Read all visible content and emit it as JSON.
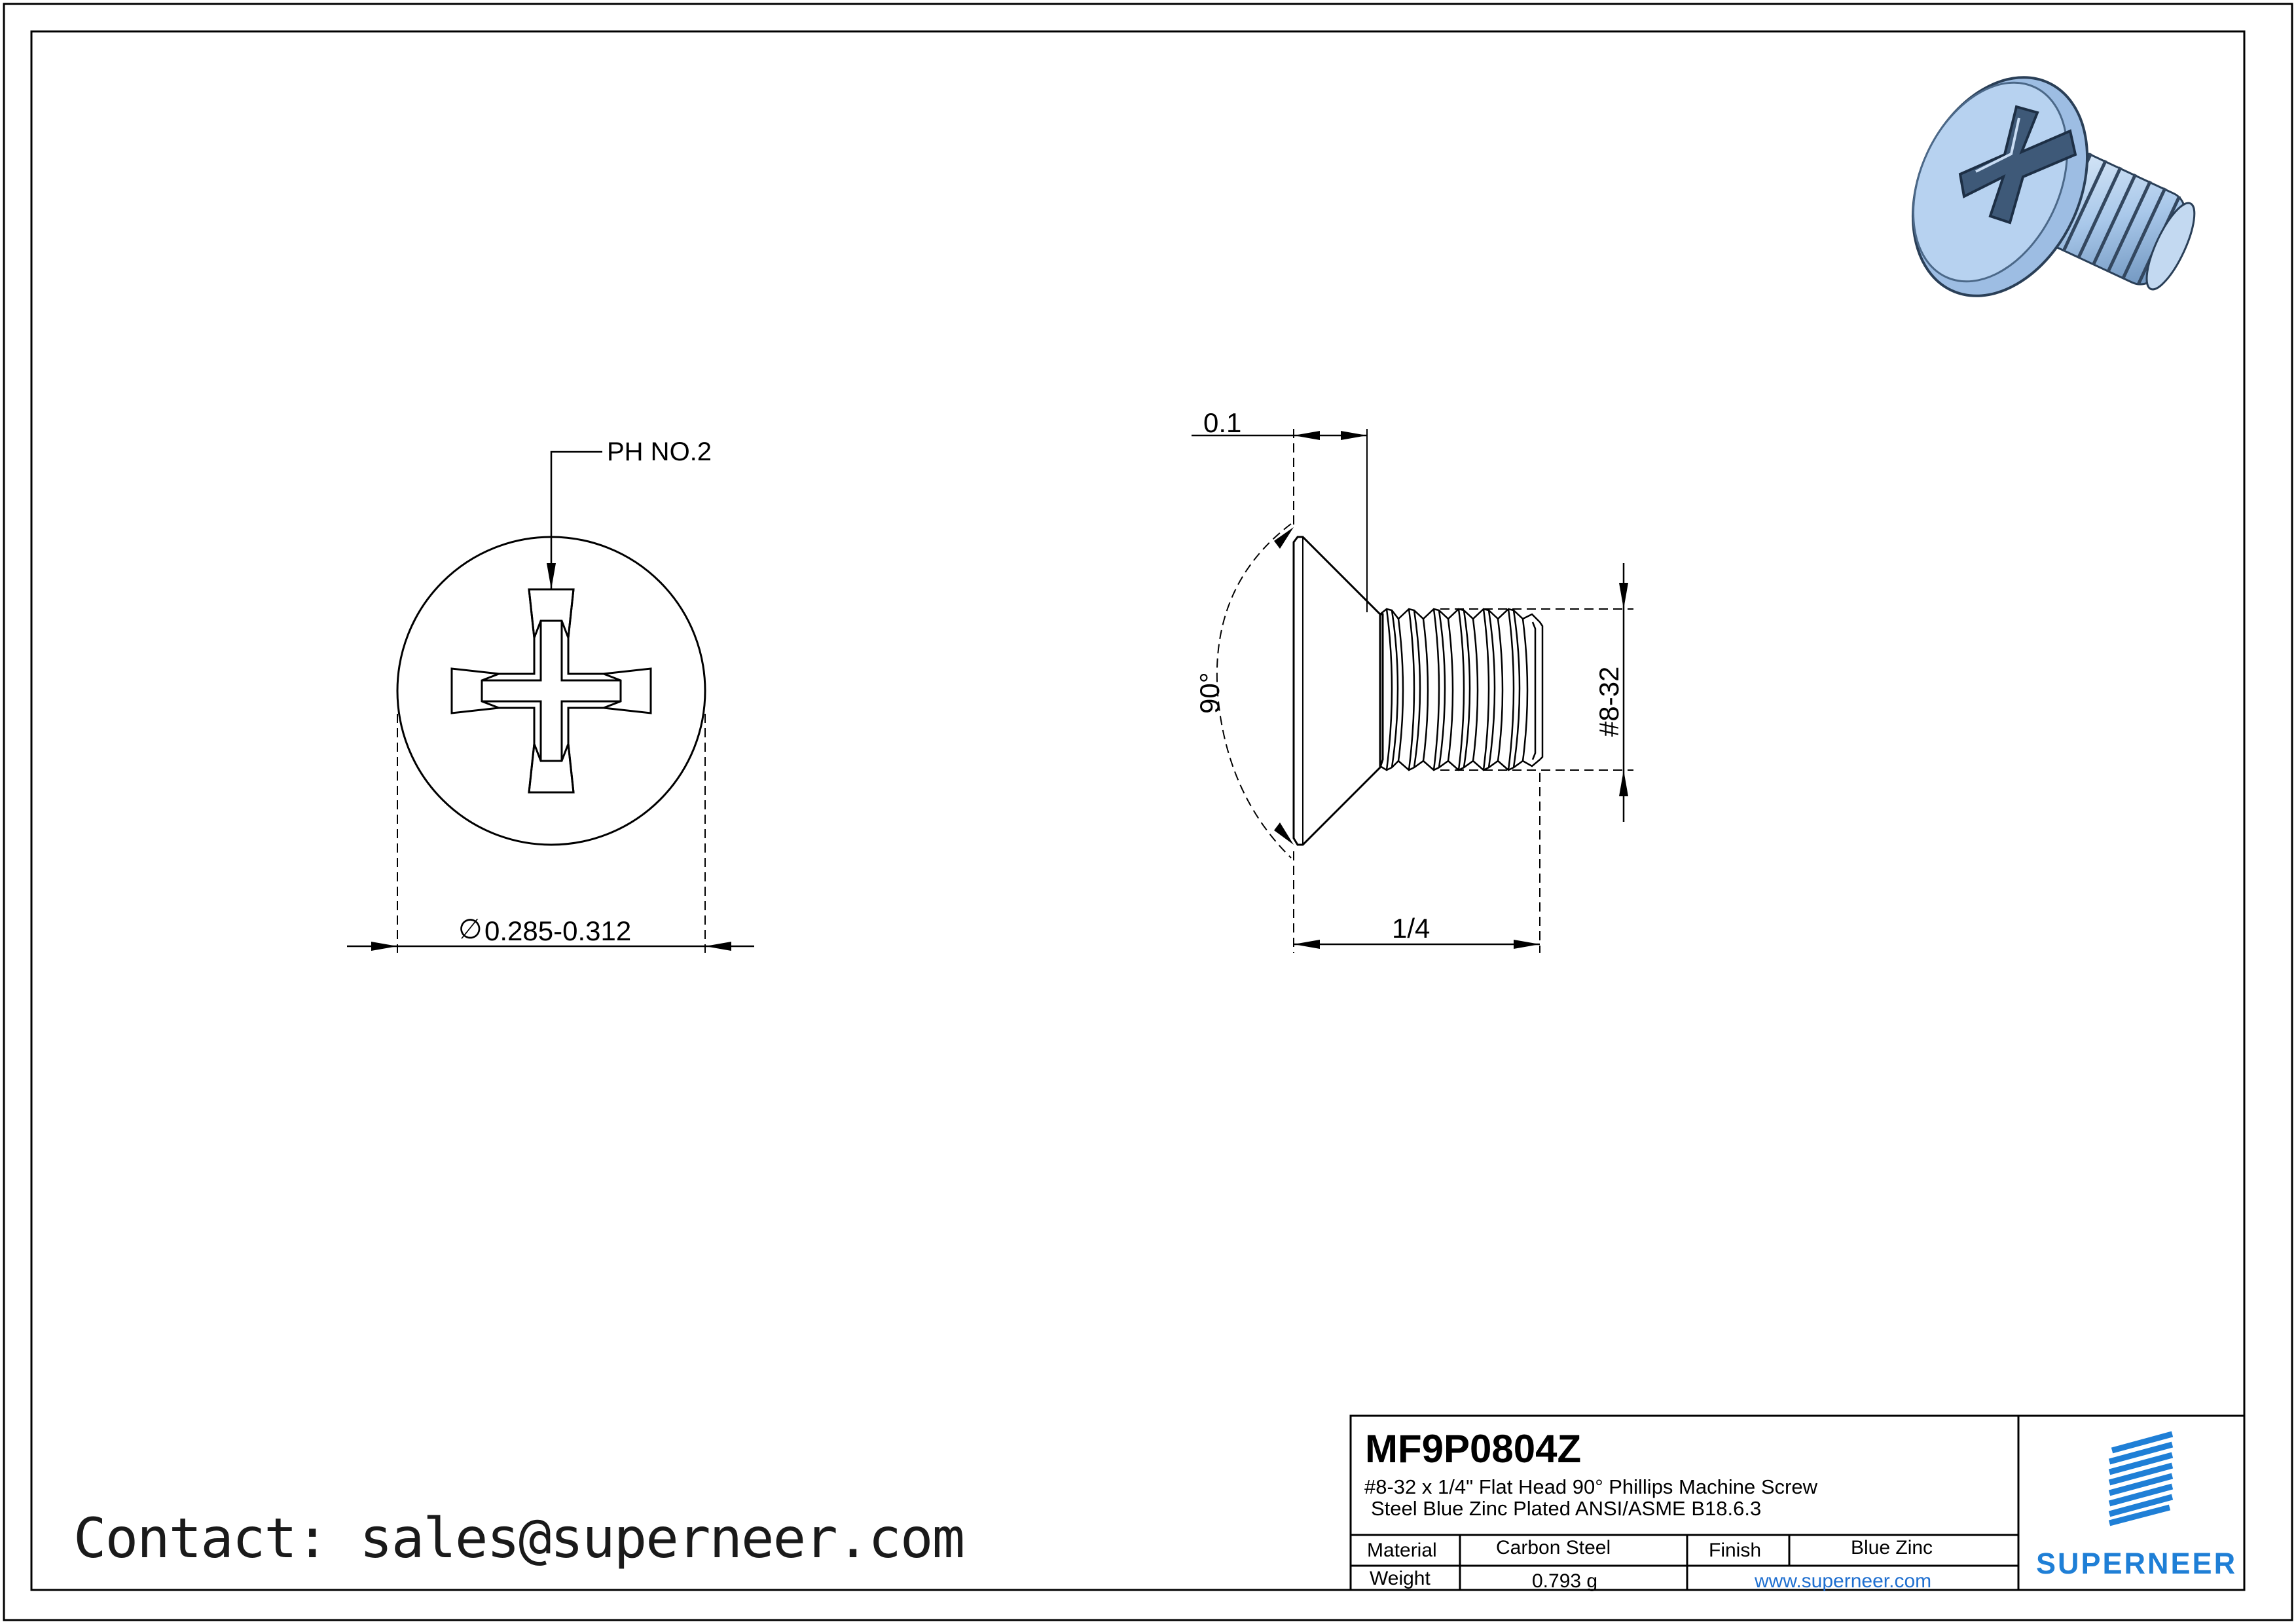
{
  "drawing": {
    "front_view": {
      "drive_callout": "PH NO.2",
      "head_diameter": "0.285-0.312",
      "diameter_symbol": "∅"
    },
    "side_view": {
      "head_height_dim": "0.1",
      "head_angle_dim": "90°",
      "thread_size_dim": "#8-32",
      "length_dim": "1/4"
    }
  },
  "contact": {
    "text": "Contact: sales@superneer.com"
  },
  "title_block": {
    "part_number": "MF9P0804Z",
    "description_line1": "#8-32 x 1/4\" Flat Head 90°  Phillips Machine Screw",
    "description_line2": "Steel Blue Zinc Plated ANSI/ASME B18.6.3",
    "material_label": "Material",
    "material_value": "Carbon Steel",
    "finish_label": "Finish",
    "finish_value": "Blue Zinc",
    "weight_label": "Weight",
    "weight_value": "0.793 g",
    "website": "www.superneer.com",
    "brand": "SUPERNEER"
  },
  "colors": {
    "line": "#000000",
    "brand_blue": "#1f7fd6",
    "screw_blue": "#a9c8ea",
    "screw_shadow": "#5b7fa8"
  },
  "icons": {
    "logo": "superneer-stripes-logo",
    "preview": "screw-3d-render"
  }
}
